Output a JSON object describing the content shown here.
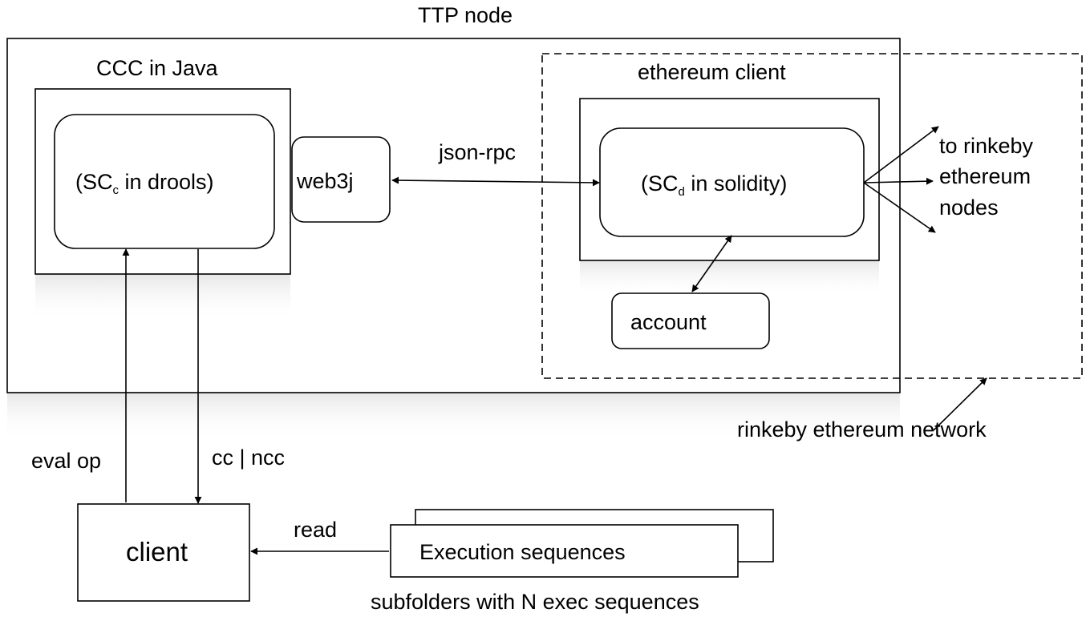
{
  "labels": {
    "ttp_node": "TTP node",
    "ccc_java": "CCC in Java",
    "sc_c_prefix": "(SC",
    "sc_c_sub": "c",
    "sc_c_suffix": " in drools)",
    "web3j": "web3j",
    "json_rpc": "json-rpc",
    "ethereum_client": "ethereum client",
    "sc_d_prefix": "(SC",
    "sc_d_sub": "d",
    "sc_d_suffix": " in solidity)",
    "to_rinkeby_line1": "to rinkeby",
    "to_rinkeby_line2": "ethereum",
    "to_rinkeby_line3": "nodes",
    "account": "account",
    "rinkeby_network": "rinkeby ethereum network",
    "eval_op": "eval op",
    "cc_ncc": "cc | ncc",
    "client": "client",
    "read": "read",
    "execution_sequences": "Execution sequences",
    "subfolders": "subfolders with N exec sequences"
  }
}
